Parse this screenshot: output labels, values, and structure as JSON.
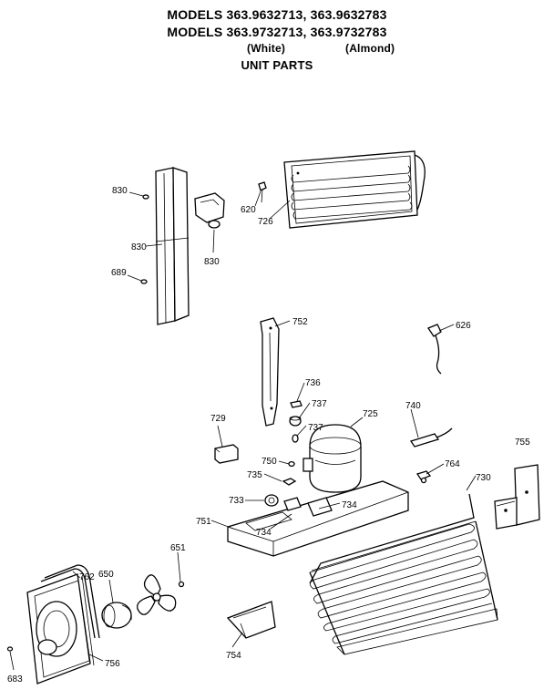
{
  "header": {
    "line1": "MODELS 363.9632713, 363.9632783",
    "line2": "MODELS 363.9732713, 363.9732783",
    "white": "(White)",
    "almond": "(Almond)",
    "title": "UNIT PARTS"
  },
  "labels": {
    "l830a": "830",
    "l830b": "830",
    "l830c": "830",
    "l689": "689",
    "l620": "620",
    "l726": "726",
    "l752": "752",
    "l626": "626",
    "l736": "736",
    "l737a": "737",
    "l737b": "737",
    "l725": "725",
    "l729": "729",
    "l740": "740",
    "l750": "750",
    "l764": "764",
    "l730": "730",
    "l755": "755",
    "l735": "735",
    "l733": "733",
    "l734a": "734",
    "l734b": "734",
    "l751": "751",
    "l651": "651",
    "l762": "762",
    "l650": "650",
    "l754": "754",
    "l756": "756",
    "l683": "683"
  }
}
